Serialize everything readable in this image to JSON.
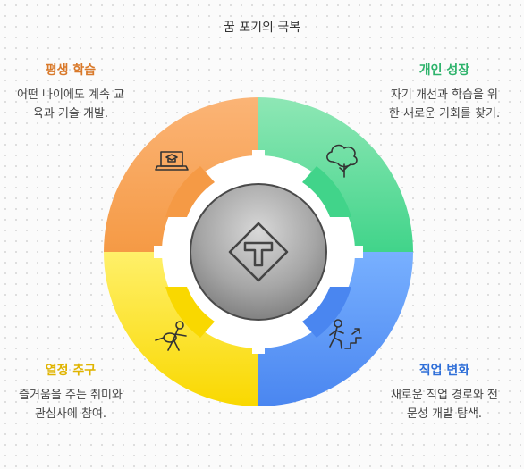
{
  "title": "꿈 포기의 극복",
  "segments": {
    "top_left": {
      "heading": "평생 학습",
      "text": "어떤 나이에도 계속 교육과 기술 개발.",
      "color": "#d9792a",
      "icon": "laptop-graduation-cap-icon"
    },
    "top_right": {
      "heading": "개인 성장",
      "text": "자기 개선과 학습을 위한 새로운 기회를 찾기.",
      "color": "#2db36b",
      "icon": "tree-icon"
    },
    "bottom_left": {
      "heading": "열정 추구",
      "text": "즐거움을 주는 취미와 관심사에 참여.",
      "color": "#e0b400",
      "icon": "guitar-player-icon"
    },
    "bottom_right": {
      "heading": "직업 변화",
      "text": "새로운 직업 경로와 전문성 개발 탐색.",
      "color": "#2f6fd8",
      "icon": "person-climbing-stairs-icon"
    }
  },
  "center": {
    "icon": "t-intersection-sign-icon"
  }
}
